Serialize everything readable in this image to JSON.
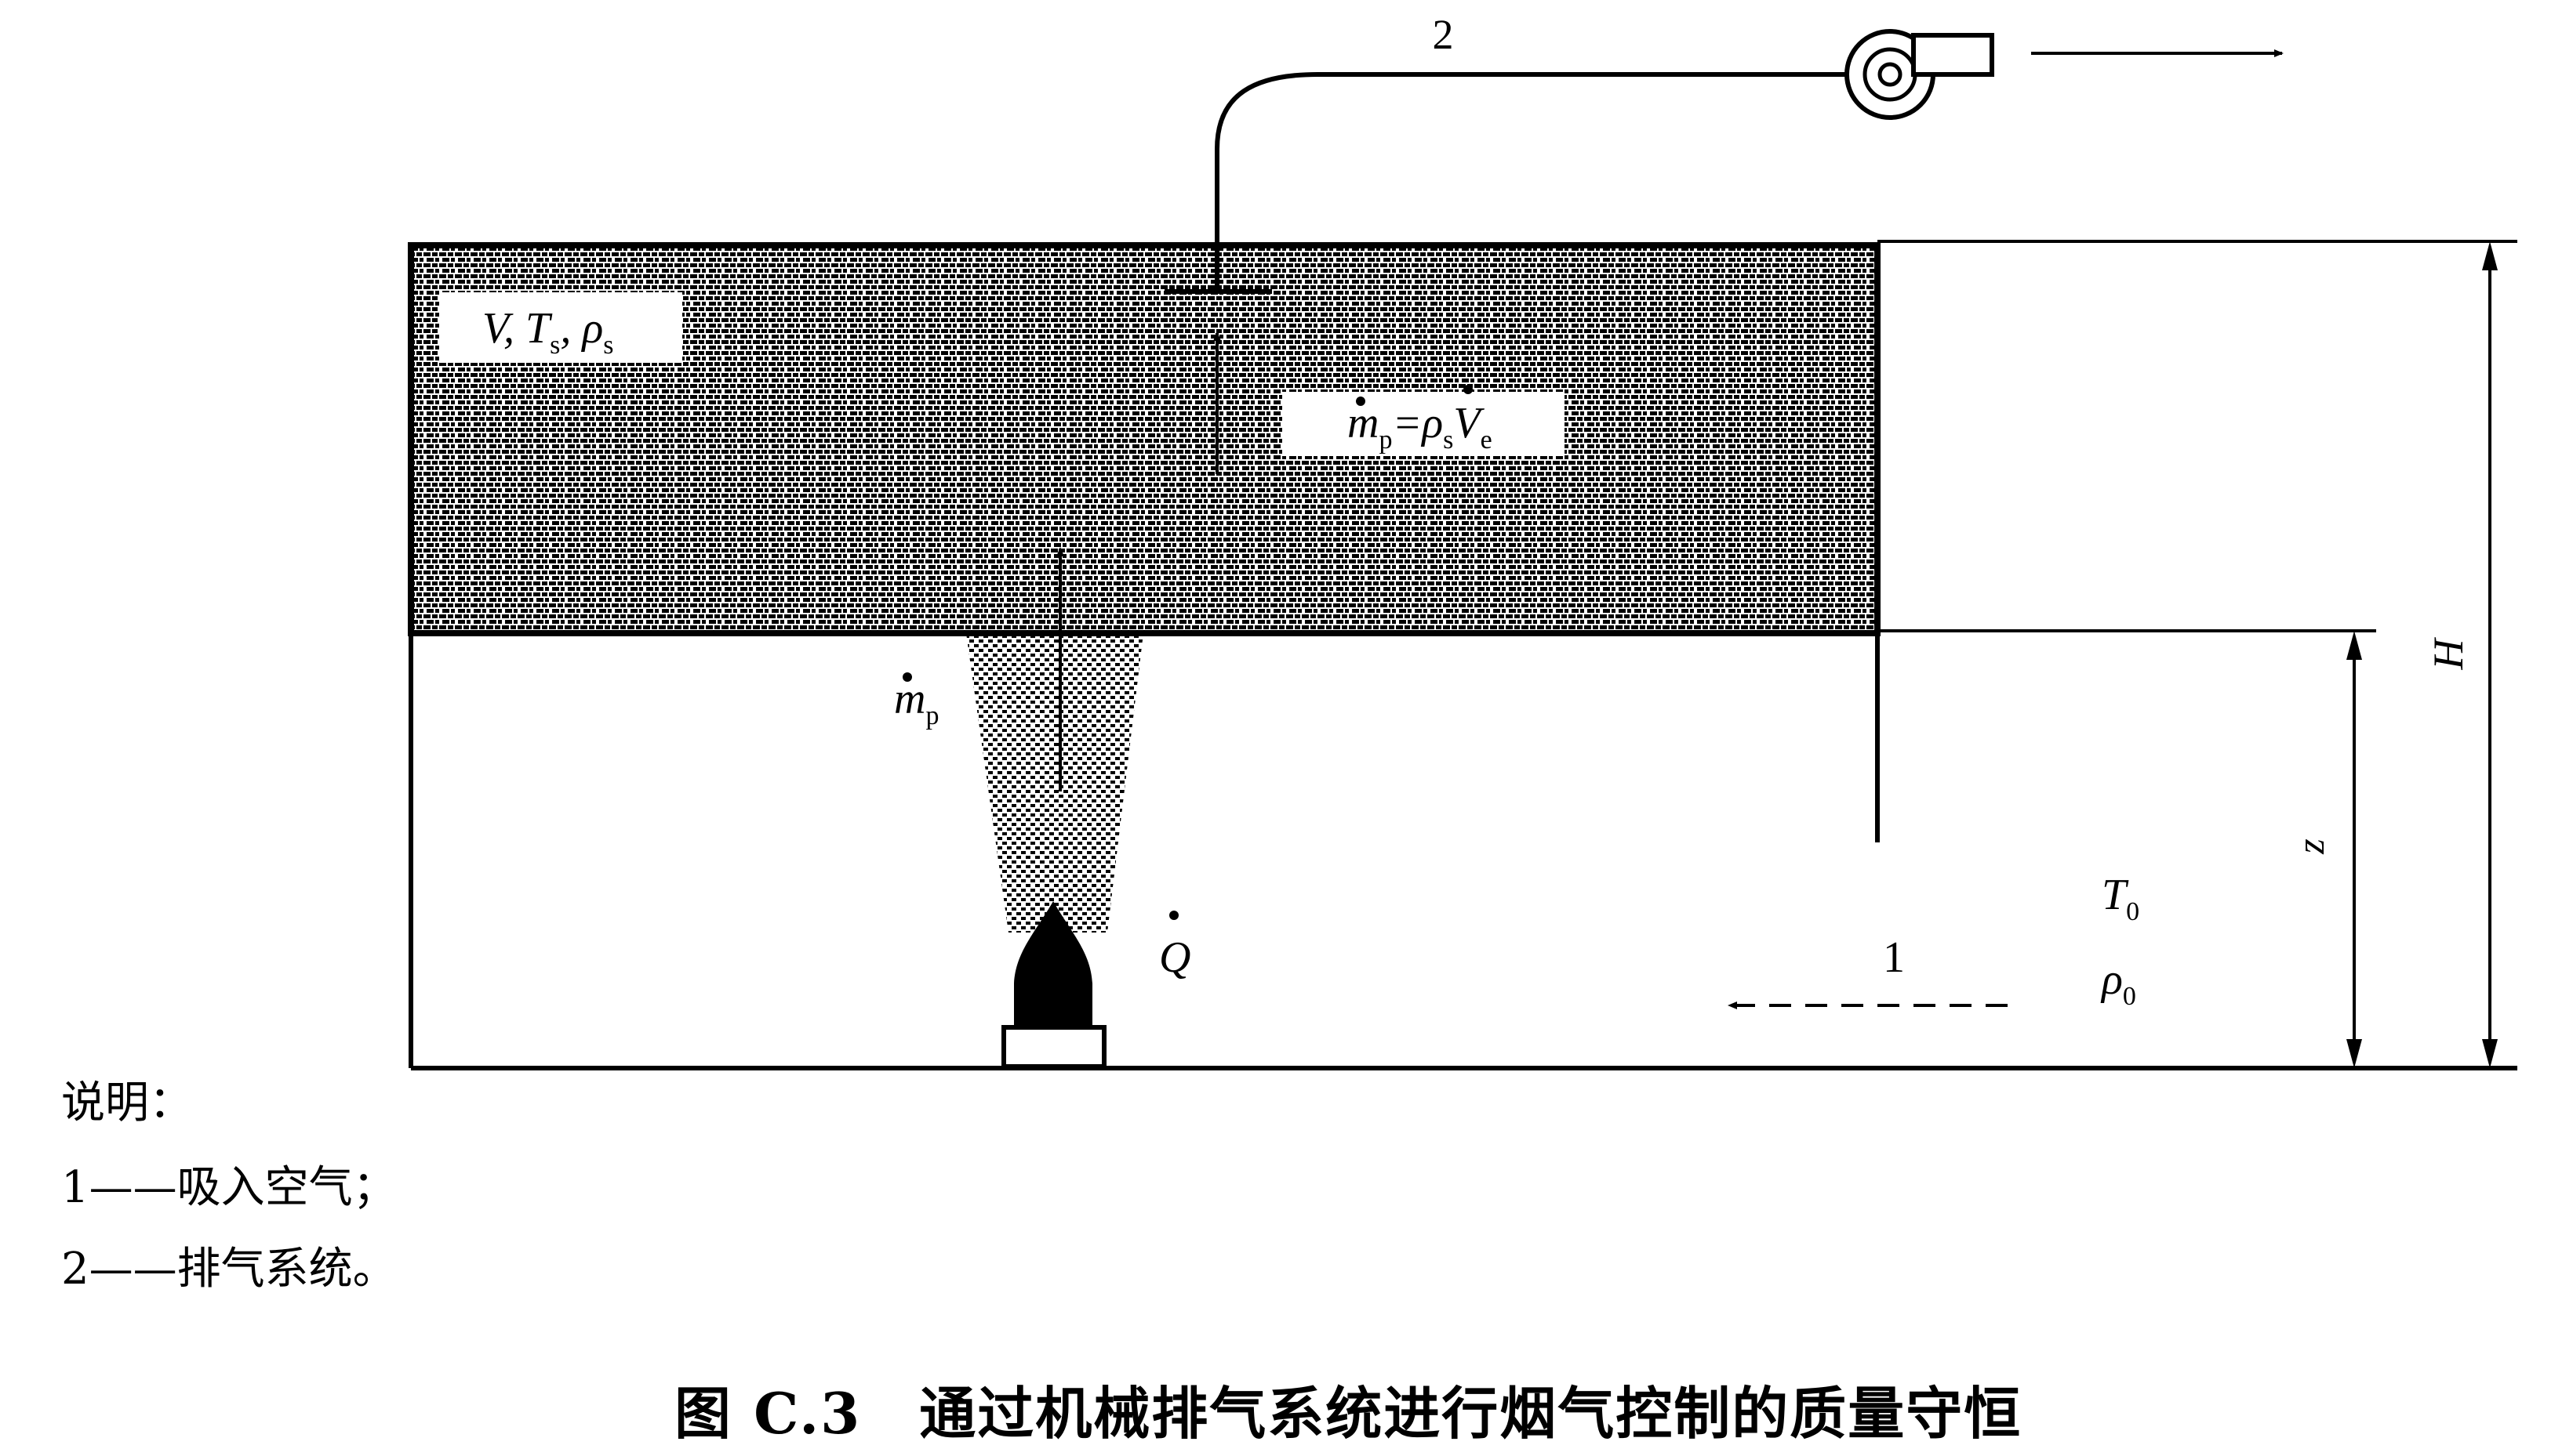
{
  "diagram": {
    "labels": {
      "exhaust_num": "2",
      "inlet_num": "1",
      "layer_props": "V, Ts, ρs",
      "layer_V": "V, ",
      "layer_T": "T",
      "layer_T_sub": "s",
      "layer_comma": ", ",
      "layer_rho": "ρ",
      "layer_rho_sub": "s",
      "flow_eq_m": "m",
      "flow_eq_m_sub": "p",
      "flow_eq_eq": "=ρ",
      "flow_eq_rho_sub": "s",
      "flow_eq_V": "V",
      "flow_eq_V_sub": "e",
      "plume_m": "m",
      "plume_m_sub": "p",
      "heat_Q": "Q",
      "ambient_T": "T",
      "ambient_T_sub": "0",
      "ambient_rho": "ρ",
      "ambient_rho_sub": "0",
      "height_H": "H",
      "height_z": "z"
    },
    "colors": {
      "ink": "#000000",
      "paper": "#ffffff"
    },
    "icons": [
      "fan-icon",
      "fire-source-icon",
      "arrow-icon"
    ]
  },
  "legend": {
    "title": "说明：",
    "items": [
      "1——吸入空气；",
      "2——排气系统。"
    ]
  },
  "caption": "图 C.3　通过机械排气系统进行烟气控制的质量守恒"
}
